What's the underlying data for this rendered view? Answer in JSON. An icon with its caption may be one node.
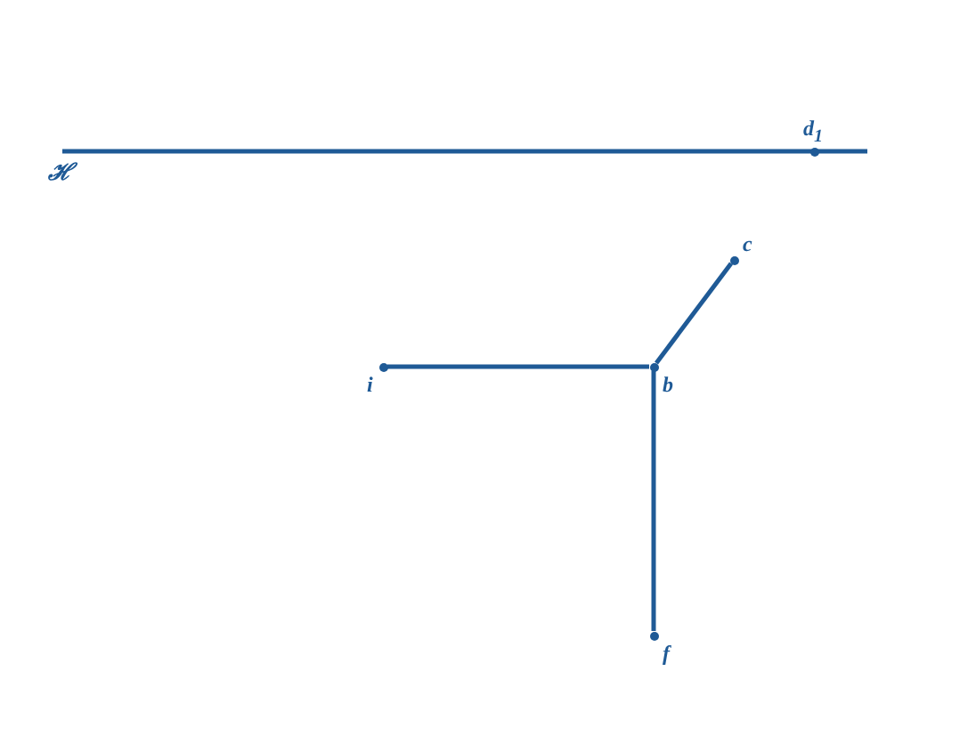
{
  "diagram": {
    "nodes": [
      {
        "text": [
          "d$_{1}$"
        ]
      },
      {
        "text": [
          "c"
        ]
      },
      {
        "text": [
          "i"
        ]
      },
      {
        "text": [
          "b"
        ]
      },
      {
        "text": [
          "f"
        ]
      }
    ],
    "edges": [
      {
        "from": 3,
        "to": 2,
        "arrow": "none"
      },
      {
        "from": 3,
        "to": 1,
        "arrow": "none"
      },
      {
        "from": 3,
        "to": 4,
        "arrow": "none"
      }
    ],
    "labels": [
      "ℋ"
    ]
  }
}
